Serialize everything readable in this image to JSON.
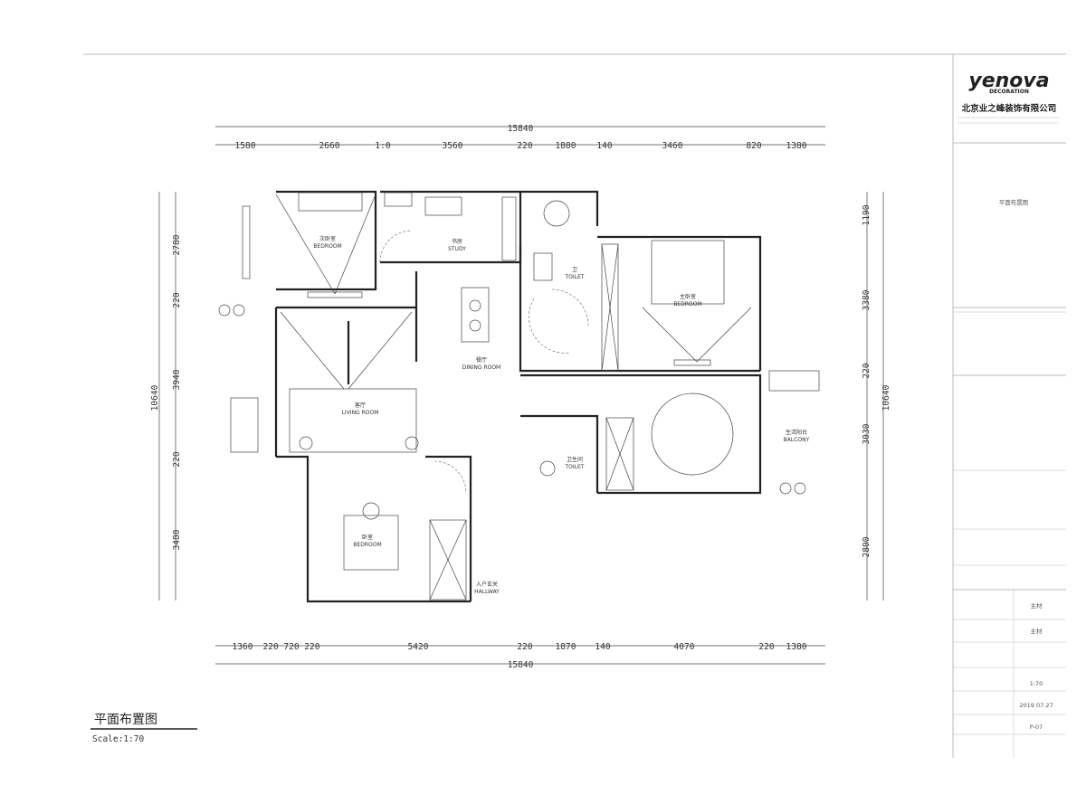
{
  "drawing": {
    "title": "平面布置图",
    "scale": "Scale:1:70"
  },
  "dimensions": {
    "top_total": "15840",
    "bottom_total": "15840",
    "top_segments": [
      "1580",
      "2660",
      "1:0",
      "3560",
      "220",
      "1880",
      "140",
      "3460",
      "820",
      "1380"
    ],
    "bottom_segments": [
      "1360",
      "220 720 220",
      "5420",
      "220",
      "1870",
      "140",
      "4070",
      "220",
      "1380"
    ],
    "left_total": "10640",
    "right_total": "10640",
    "left_segments": [
      "2780",
      "220",
      "3940",
      "220",
      "3480"
    ],
    "right_segments": [
      "1190",
      "3380",
      "220",
      "3030",
      "2800"
    ]
  },
  "rooms": [
    {
      "cn": "次卧室",
      "en": "BEDROOM"
    },
    {
      "cn": "书房",
      "en": "STUDY"
    },
    {
      "cn": "客厅",
      "en": "LIVING ROOM"
    },
    {
      "cn": "卧室",
      "en": "BEDROOM"
    },
    {
      "cn": "餐厅",
      "en": "DINING ROOM"
    },
    {
      "cn": "主卧室",
      "en": "BEDROOM"
    },
    {
      "cn": "卫生间",
      "en": "TOILET"
    },
    {
      "cn": "生活阳台",
      "en": "BALCONY"
    },
    {
      "cn": "入户玄关",
      "en": "HALLWAY"
    },
    {
      "cn": "卫",
      "en": "TOILET"
    }
  ],
  "titleblock": {
    "brand": "yenova",
    "brand_sub": "DECORATION",
    "company": "北京业之峰装饰有限公司",
    "drawing_name": "平面布置图",
    "date": "2019.07.27",
    "scale_val": "1:70",
    "page": "P-07",
    "field_a": "主材",
    "field_b": "主材"
  }
}
